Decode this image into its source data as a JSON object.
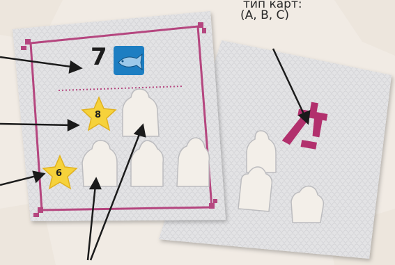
{
  "caption": {
    "title": "тип карт:",
    "options": "(A, B, C)"
  },
  "front_card": {
    "value": "7",
    "resource_icon": "fish-icon",
    "stars": [
      {
        "label": "8"
      },
      {
        "label": "6"
      }
    ]
  },
  "back_card": {
    "type_glyph": "A",
    "glyph_color": "#b2306d"
  },
  "colors": {
    "border": "#b5467f",
    "star_fill": "#f6d23b",
    "tile_blue": "#1d7ec2",
    "card": "#e3e3e5"
  }
}
